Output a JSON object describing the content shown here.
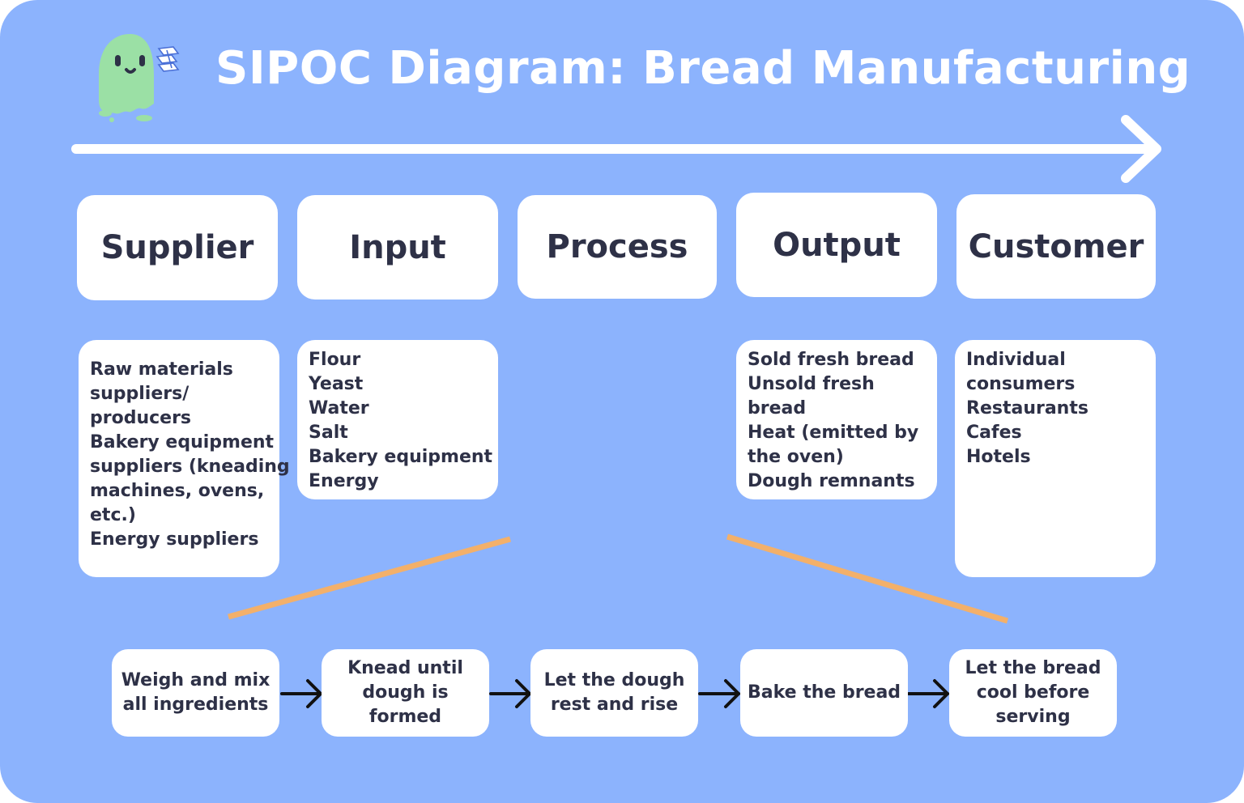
{
  "title": "SIPOC Diagram: Bread Manufacturing",
  "colors": {
    "background": "#8cb3fd",
    "box": "#ffffff",
    "text": "#2e3147",
    "connector": "#f3b06a",
    "mascot": "#9be0a5"
  },
  "headers": [
    {
      "label": "Supplier"
    },
    {
      "label": "Input"
    },
    {
      "label": "Process"
    },
    {
      "label": "Output"
    },
    {
      "label": "Customer"
    }
  ],
  "supplier_items": [
    "Raw materials",
    "suppliers/",
    "producers",
    "Bakery equipment",
    "suppliers (kneading",
    "machines, ovens,",
    "etc.)",
    "Energy suppliers"
  ],
  "input_items": [
    "Flour",
    "Yeast",
    "Water",
    "Salt",
    "Bakery equipment",
    "Energy"
  ],
  "output_items": [
    "Sold fresh bread",
    "Unsold fresh",
    "bread",
    "Heat (emitted by",
    "the oven)",
    "Dough remnants"
  ],
  "customer_items": [
    "Individual",
    "consumers",
    "Restaurants",
    "Cafes",
    "Hotels"
  ],
  "process_steps": [
    {
      "line1": "Weigh and mix",
      "line2": "all ingredients",
      "line3": ""
    },
    {
      "line1": "Knead until",
      "line2": "dough is",
      "line3": "formed"
    },
    {
      "line1": "Let the dough",
      "line2": "rest and rise",
      "line3": ""
    },
    {
      "line1": "Bake the bread",
      "line2": "",
      "line3": ""
    },
    {
      "line1": "Let the bread",
      "line2": "cool before",
      "line3": "serving"
    }
  ],
  "icons": {
    "mascot": "ghost-mascot-icon",
    "flow_arrow": "arrow-right-icon",
    "main_arrow": "long-arrow-right-icon"
  }
}
